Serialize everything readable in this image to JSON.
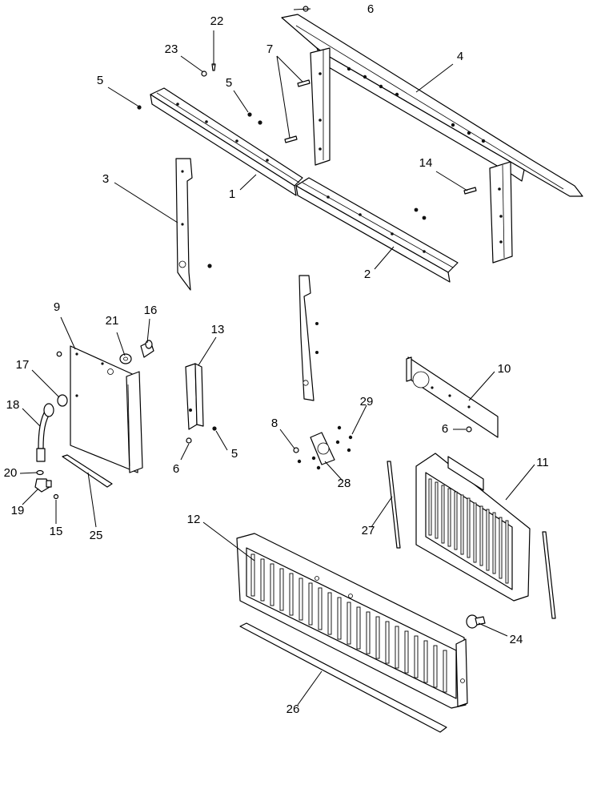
{
  "callouts": [
    {
      "id": "c1",
      "text": "1"
    },
    {
      "id": "c2",
      "text": "2"
    },
    {
      "id": "c3",
      "text": "3"
    },
    {
      "id": "c4",
      "text": "4"
    },
    {
      "id": "c5a",
      "text": "5"
    },
    {
      "id": "c5b",
      "text": "5"
    },
    {
      "id": "c5c",
      "text": "5"
    },
    {
      "id": "c6a",
      "text": "6"
    },
    {
      "id": "c6b",
      "text": "6"
    },
    {
      "id": "c6c",
      "text": "6"
    },
    {
      "id": "c7",
      "text": "7"
    },
    {
      "id": "c8",
      "text": "8"
    },
    {
      "id": "c9",
      "text": "9"
    },
    {
      "id": "c10",
      "text": "10"
    },
    {
      "id": "c11",
      "text": "11"
    },
    {
      "id": "c12",
      "text": "12"
    },
    {
      "id": "c13",
      "text": "13"
    },
    {
      "id": "c14",
      "text": "14"
    },
    {
      "id": "c15",
      "text": "15"
    },
    {
      "id": "c16",
      "text": "16"
    },
    {
      "id": "c17",
      "text": "17"
    },
    {
      "id": "c18",
      "text": "18"
    },
    {
      "id": "c19",
      "text": "19"
    },
    {
      "id": "c20",
      "text": "20"
    },
    {
      "id": "c21",
      "text": "21"
    },
    {
      "id": "c22",
      "text": "22"
    },
    {
      "id": "c23",
      "text": "23"
    },
    {
      "id": "c24",
      "text": "24"
    },
    {
      "id": "c25",
      "text": "25"
    },
    {
      "id": "c26",
      "text": "26"
    },
    {
      "id": "c27",
      "text": "27"
    },
    {
      "id": "c28",
      "text": "28"
    },
    {
      "id": "c29",
      "text": "29"
    }
  ]
}
